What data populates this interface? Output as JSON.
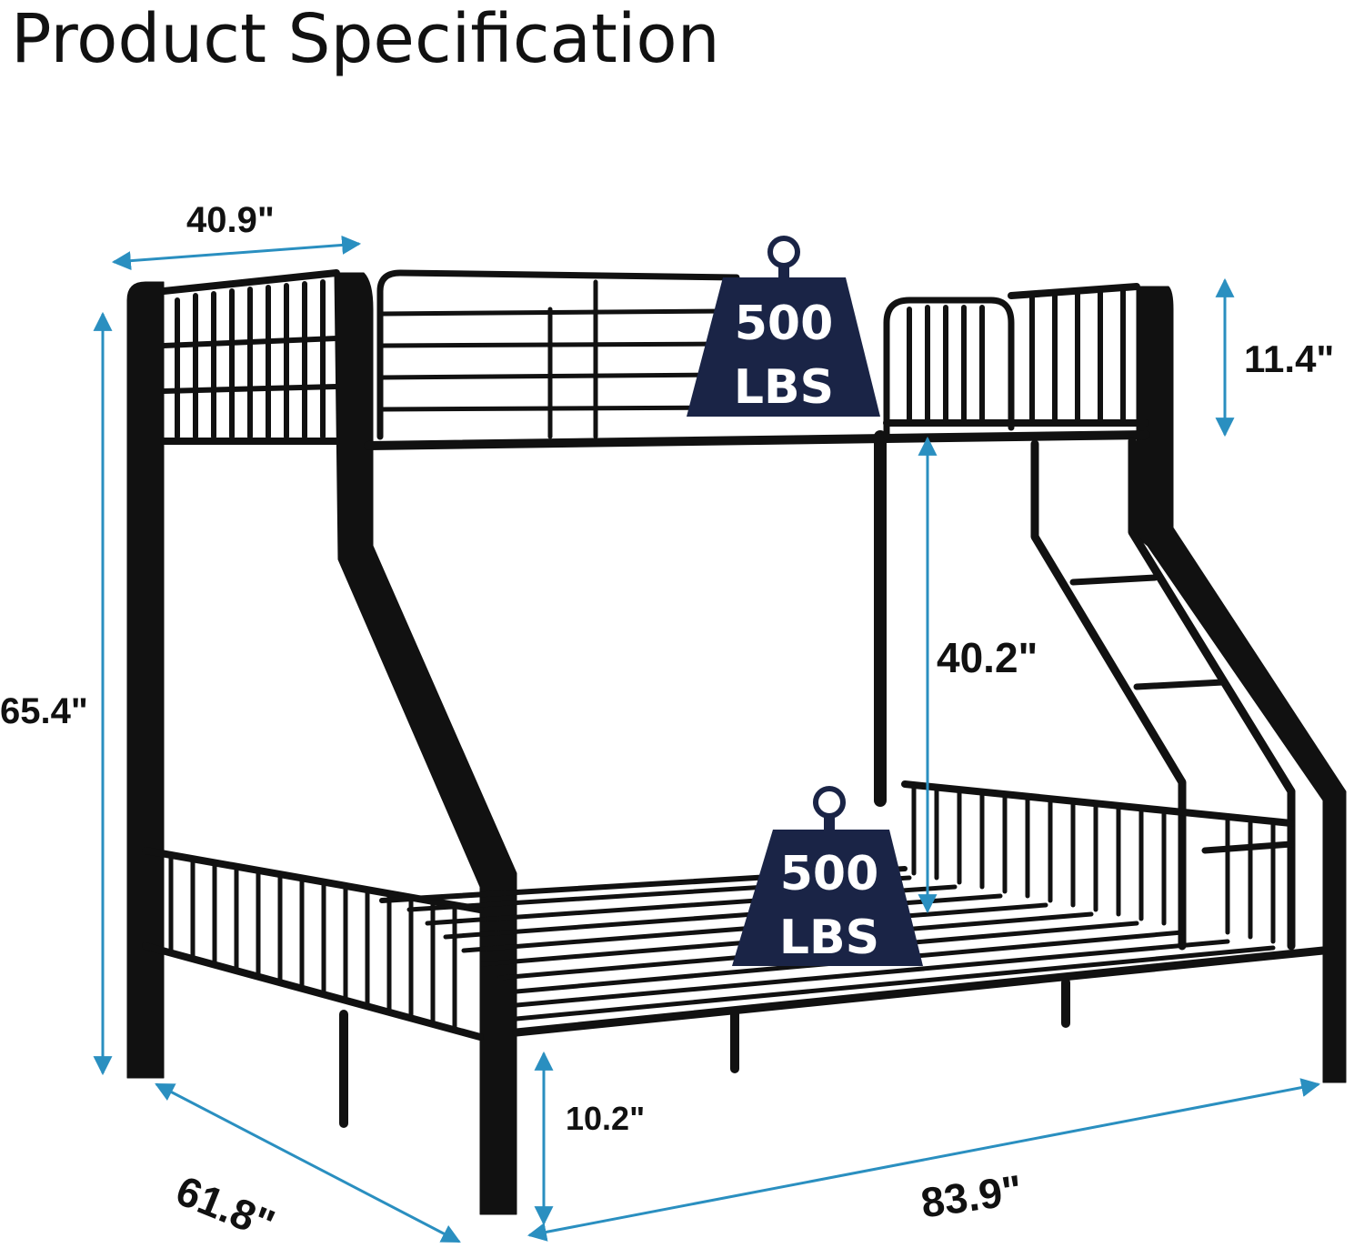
{
  "title": "Product Specification",
  "dimensions": {
    "headboard_width": "40.9\"",
    "total_height": "65.4\"",
    "guardrail_height": "11.4\"",
    "bunk_clearance": "40.2\"",
    "under_bed_clearance": "10.2\"",
    "bed_width": "61.8\"",
    "bed_length": "83.9\""
  },
  "weight_labels": {
    "top": {
      "value": "500",
      "unit": "LBS"
    },
    "bottom": {
      "value": "500",
      "unit": "LBS"
    }
  },
  "colors": {
    "frame": "#111111",
    "arrow": "#2a8fc0",
    "weight_badge": "#1a2446"
  }
}
